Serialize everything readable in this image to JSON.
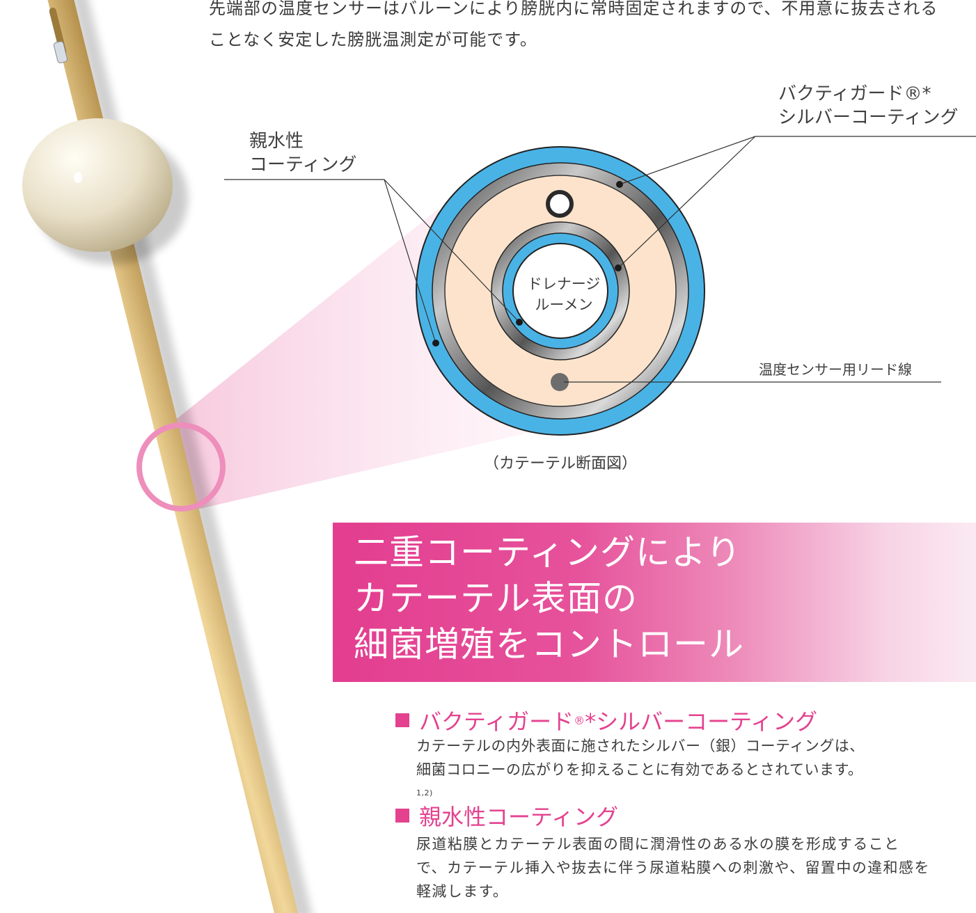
{
  "intro": {
    "line1": "先端部の温度センサーはバルーンにより膀胱内に常時固定されますので、不用意に抜去される",
    "line2": "ことなく安定した膀胱温測定が可能です。"
  },
  "diagram": {
    "label_hydrophilic": [
      "親水性",
      "コーティング"
    ],
    "label_silver": [
      "バクティガード®*",
      "シルバーコーティング"
    ],
    "label_drainage": [
      "ドレナージ",
      "ルーメン"
    ],
    "label_lead_wire": "温度センサー用リード線",
    "caption": "（カテーテル断面図）"
  },
  "banner": {
    "lines": [
      "二重コーティングにより",
      "カテーテル表面の",
      "細菌増殖をコントロール"
    ]
  },
  "features": [
    {
      "title": "バクティガード",
      "title_mark": "®",
      "title_rest": "*シルバーコーティング",
      "body": [
        "カテーテルの内外表面に施されたシルバー（銀）コーティングは、",
        "細菌コロニーの広がりを抑えることに有効であるとされています。"
      ],
      "ref": "1,2)"
    },
    {
      "title": "親水性コーティング",
      "body": [
        "尿道粘膜とカテーテル表面の間に潤滑性のある水の膜を形成すること",
        "で、カテーテル挿入や抜去に伴う尿道粘膜への刺激や、留置中の違和感を",
        "軽減します。"
      ]
    }
  ],
  "colors": {
    "accent": "#e4428f",
    "coating_blue": "#4ab3e6",
    "lumen_fill": "#fde3cc",
    "catheter": "#e2c07c",
    "balloon": "#ece4cf"
  }
}
